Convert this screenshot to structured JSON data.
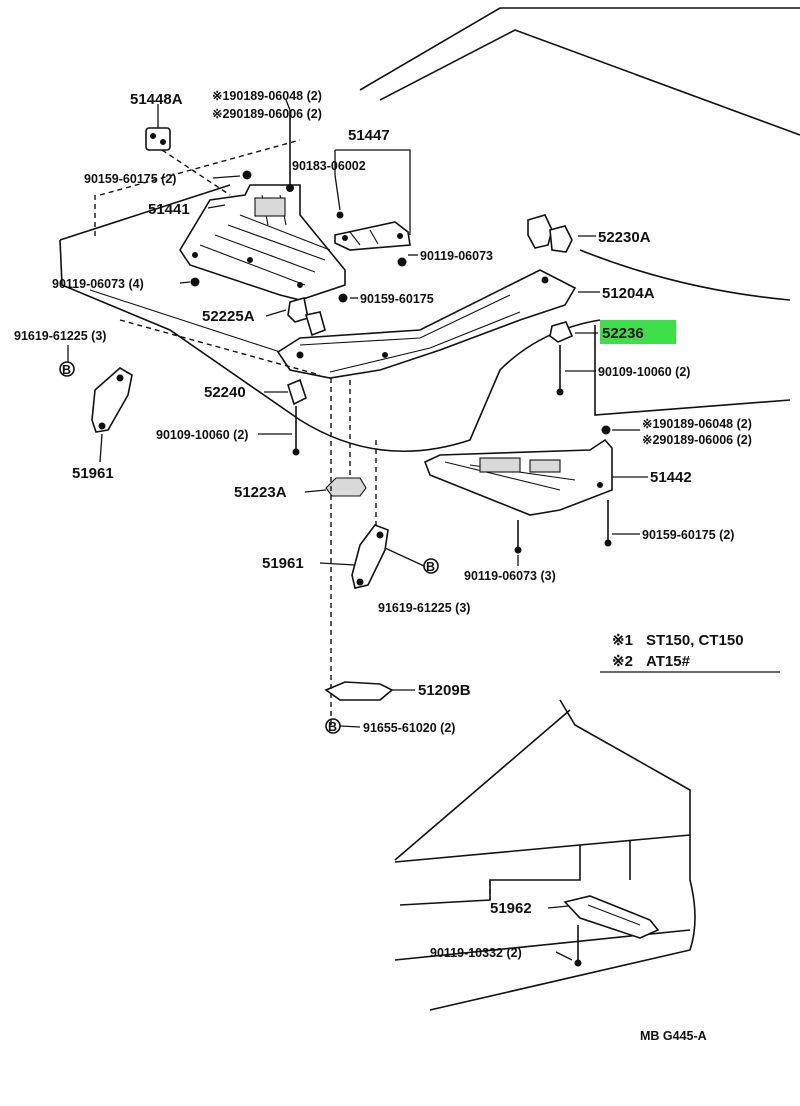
{
  "diagram": {
    "code": "MB G445-A",
    "highlighted_part": "52236",
    "highlight_color": "#3ee04a",
    "legend": [
      {
        "mark": "※1",
        "text": "ST150, CT150"
      },
      {
        "mark": "※2",
        "text": "AT15#"
      }
    ],
    "callouts": {
      "p51448A": "51448A",
      "p90189_06048_a": "※190189-06048 (2)",
      "p90189_06006_a": "※290189-06006 (2)",
      "p51447": "51447",
      "p90183_06002": "90183-06002",
      "p90159_60175_a": "90159-60175 (2)",
      "p51441": "51441",
      "p90119_06073_a": "90119-06073",
      "p90119_06073_b": "90119-06073 (4)",
      "p90159_60175_b": "90159-60175",
      "p52230A": "52230A",
      "p51204A": "51204A",
      "p52225A": "52225A",
      "p52236": "52236",
      "p91619_61225_a": "91619-61225 (3)",
      "p90109_10060_a": "90109-10060 (2)",
      "p52240": "52240",
      "p90109_10060_b": "90109-10060 (2)",
      "p90189_06048_b": "※190189-06048 (2)",
      "p90189_06006_b": "※290189-06006 (2)",
      "p51961_a": "51961",
      "p51442": "51442",
      "p51223A": "51223A",
      "p90159_60175_c": "90159-60175 (2)",
      "p51961_b": "51961",
      "p90119_06073_c": "90119-06073 (3)",
      "p91619_61225_b": "91619-61225 (3)",
      "p51209B": "51209B",
      "p91655_61020": "91655-61020 (2)",
      "p51962": "51962",
      "p90119_10332": "90119-10332 (2)"
    }
  }
}
